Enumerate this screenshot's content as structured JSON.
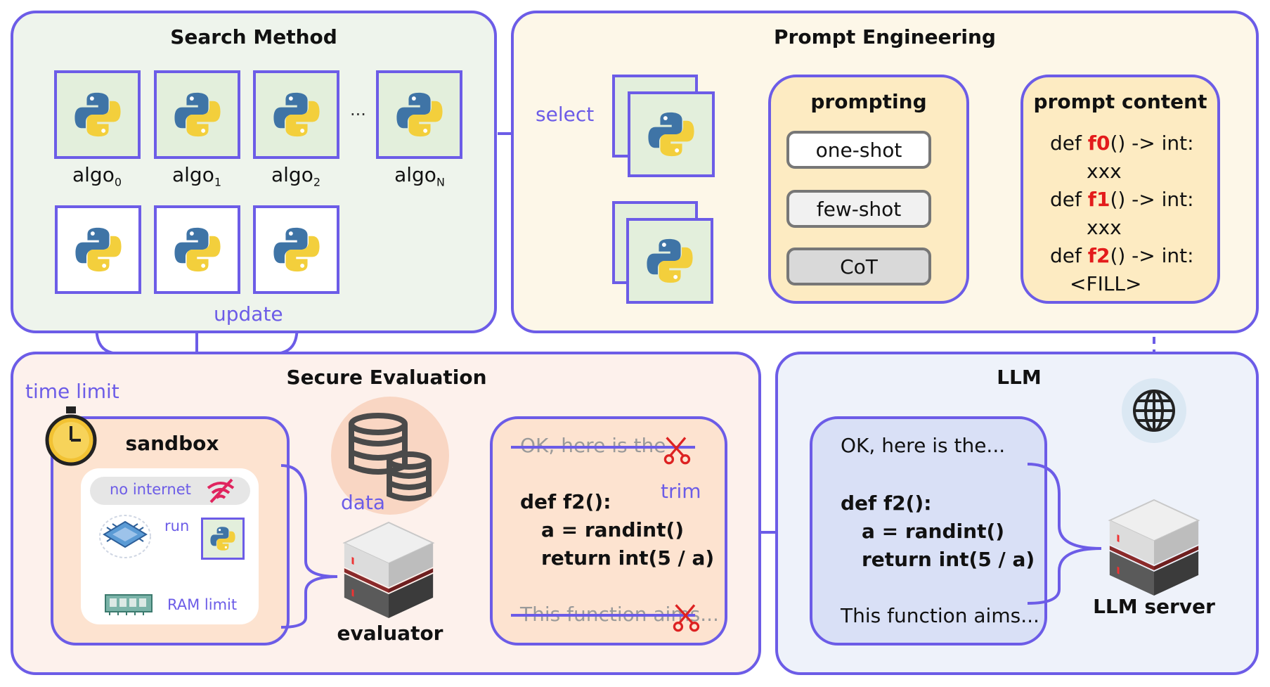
{
  "search_method": {
    "title": "Search Method",
    "algos": [
      {
        "base": "algo",
        "sub": "0"
      },
      {
        "base": "algo",
        "sub": "1"
      },
      {
        "base": "algo",
        "sub": "2"
      },
      {
        "base": "algo",
        "sub": "N"
      }
    ],
    "ellipsis": "...",
    "update_label": "update"
  },
  "prompt_engineering": {
    "title": "Prompt Engineering",
    "select_label": "select",
    "prompting": {
      "title": "prompting",
      "options": [
        "one-shot",
        "few-shot",
        "CoT"
      ]
    },
    "prompt_content": {
      "title": "prompt content",
      "lines": [
        {
          "prefix": "def ",
          "fname": "f0",
          "suffix": "() -> int:"
        },
        {
          "body": "xxx"
        },
        {
          "prefix": "def ",
          "fname": "f1",
          "suffix": "() -> int:"
        },
        {
          "body": "xxx"
        },
        {
          "prefix": "def ",
          "fname": "f2",
          "suffix": "() -> int:"
        },
        {
          "body": "<FILL>"
        }
      ]
    }
  },
  "secure_evaluation": {
    "title": "Secure Evaluation",
    "time_limit_label": "time limit",
    "sandbox": {
      "title": "sandbox",
      "no_internet_label": "no internet",
      "run_label": "run",
      "ram_limit_label": "RAM limit"
    },
    "data_label": "data",
    "evaluator_label": "evaluator",
    "trimmed_response": {
      "header": "OK, here is the",
      "trim_label": "trim",
      "code": [
        "def f2():",
        "a = randint()",
        "return int(5 / a)"
      ],
      "footer": "This function aims..."
    }
  },
  "llm": {
    "title": "LLM",
    "response": {
      "header": "OK, here is the...",
      "code": [
        "def f2():",
        "a = randint()",
        "return int(5 / a)"
      ],
      "footer": "This function aims..."
    },
    "server_label": "LLM server"
  },
  "colors": {
    "accent": "#6c5ce7",
    "search_bg": "#eef4ec",
    "prompt_bg": "#fdf7e8",
    "eval_bg": "#fdf1ec",
    "llm_bg": "#eef2fa",
    "highlight_red": "#e31b1b"
  }
}
